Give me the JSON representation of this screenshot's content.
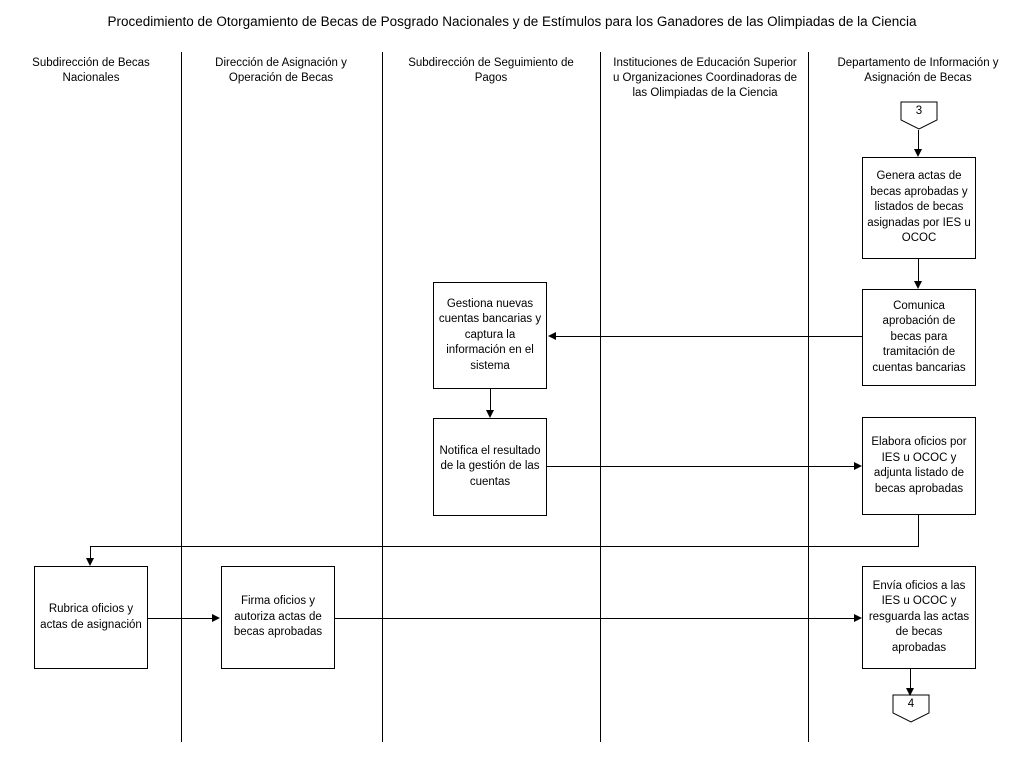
{
  "diagram": {
    "type": "flowchart",
    "title": "Procedimiento de Otorgamiento de Becas de Posgrado Nacionales y de Estímulos para los Ganadores de las Olimpiadas de la Ciencia",
    "lanes": [
      {
        "id": "lane-1",
        "label": "Subdirección de Becas Nacionales"
      },
      {
        "id": "lane-2",
        "label": "Dirección de Asignación y Operación de Becas"
      },
      {
        "id": "lane-3",
        "label": "Subdirección de Seguimiento de Pagos"
      },
      {
        "id": "lane-4",
        "label": "Instituciones de Educación Superior u Organizaciones Coordinadoras de las Olimpiadas de la Ciencia"
      },
      {
        "id": "lane-5",
        "label": "Departamento de Información y Asignación de Becas"
      }
    ],
    "nodes": [
      {
        "id": "conn-3",
        "shape": "off-page-connector",
        "lane": "lane-5",
        "label": "3"
      },
      {
        "id": "node-genera-actas",
        "shape": "process",
        "lane": "lane-5",
        "label": "Genera actas de becas aprobadas y listados de becas asignadas por IES u OCOC"
      },
      {
        "id": "node-comunica-aprobacion",
        "shape": "process",
        "lane": "lane-5",
        "label": "Comunica aprobación de becas para tramitación de cuentas bancarias"
      },
      {
        "id": "node-gestiona-cuentas",
        "shape": "process",
        "lane": "lane-3",
        "label": "Gestiona nuevas cuentas bancarias y captura la información en el sistema"
      },
      {
        "id": "node-notifica-resultado",
        "shape": "process",
        "lane": "lane-3",
        "label": "Notifica el resultado de la gestión de las cuentas"
      },
      {
        "id": "node-elabora-oficios",
        "shape": "process",
        "lane": "lane-5",
        "label": "Elabora oficios por IES u OCOC y adjunta listado de becas aprobadas"
      },
      {
        "id": "node-rubrica-oficios",
        "shape": "process",
        "lane": "lane-1",
        "label": "Rubrica oficios y actas de asignación"
      },
      {
        "id": "node-firma-oficios",
        "shape": "process",
        "lane": "lane-2",
        "label": "Firma oficios y autoriza actas de becas aprobadas"
      },
      {
        "id": "node-envia-oficios",
        "shape": "process",
        "lane": "lane-5",
        "label": "Envía oficios a las IES u OCOC y resguarda las actas de becas aprobadas"
      },
      {
        "id": "conn-4",
        "shape": "off-page-connector",
        "lane": "lane-5",
        "label": "4"
      }
    ],
    "edges": [
      {
        "from": "conn-3",
        "to": "node-genera-actas",
        "direction": "down"
      },
      {
        "from": "node-genera-actas",
        "to": "node-comunica-aprobacion",
        "direction": "down"
      },
      {
        "from": "node-comunica-aprobacion",
        "to": "node-gestiona-cuentas",
        "direction": "left"
      },
      {
        "from": "node-gestiona-cuentas",
        "to": "node-notifica-resultado",
        "direction": "down"
      },
      {
        "from": "node-notifica-resultado",
        "to": "node-elabora-oficios",
        "direction": "right"
      },
      {
        "from": "node-elabora-oficios",
        "to": "node-rubrica-oficios",
        "direction": "left-down"
      },
      {
        "from": "node-rubrica-oficios",
        "to": "node-firma-oficios",
        "direction": "right"
      },
      {
        "from": "node-firma-oficios",
        "to": "node-envia-oficios",
        "direction": "right"
      },
      {
        "from": "node-envia-oficios",
        "to": "conn-4",
        "direction": "down"
      }
    ],
    "colors": {
      "stroke": "#000000",
      "background": "#ffffff",
      "text": "#000000"
    }
  }
}
